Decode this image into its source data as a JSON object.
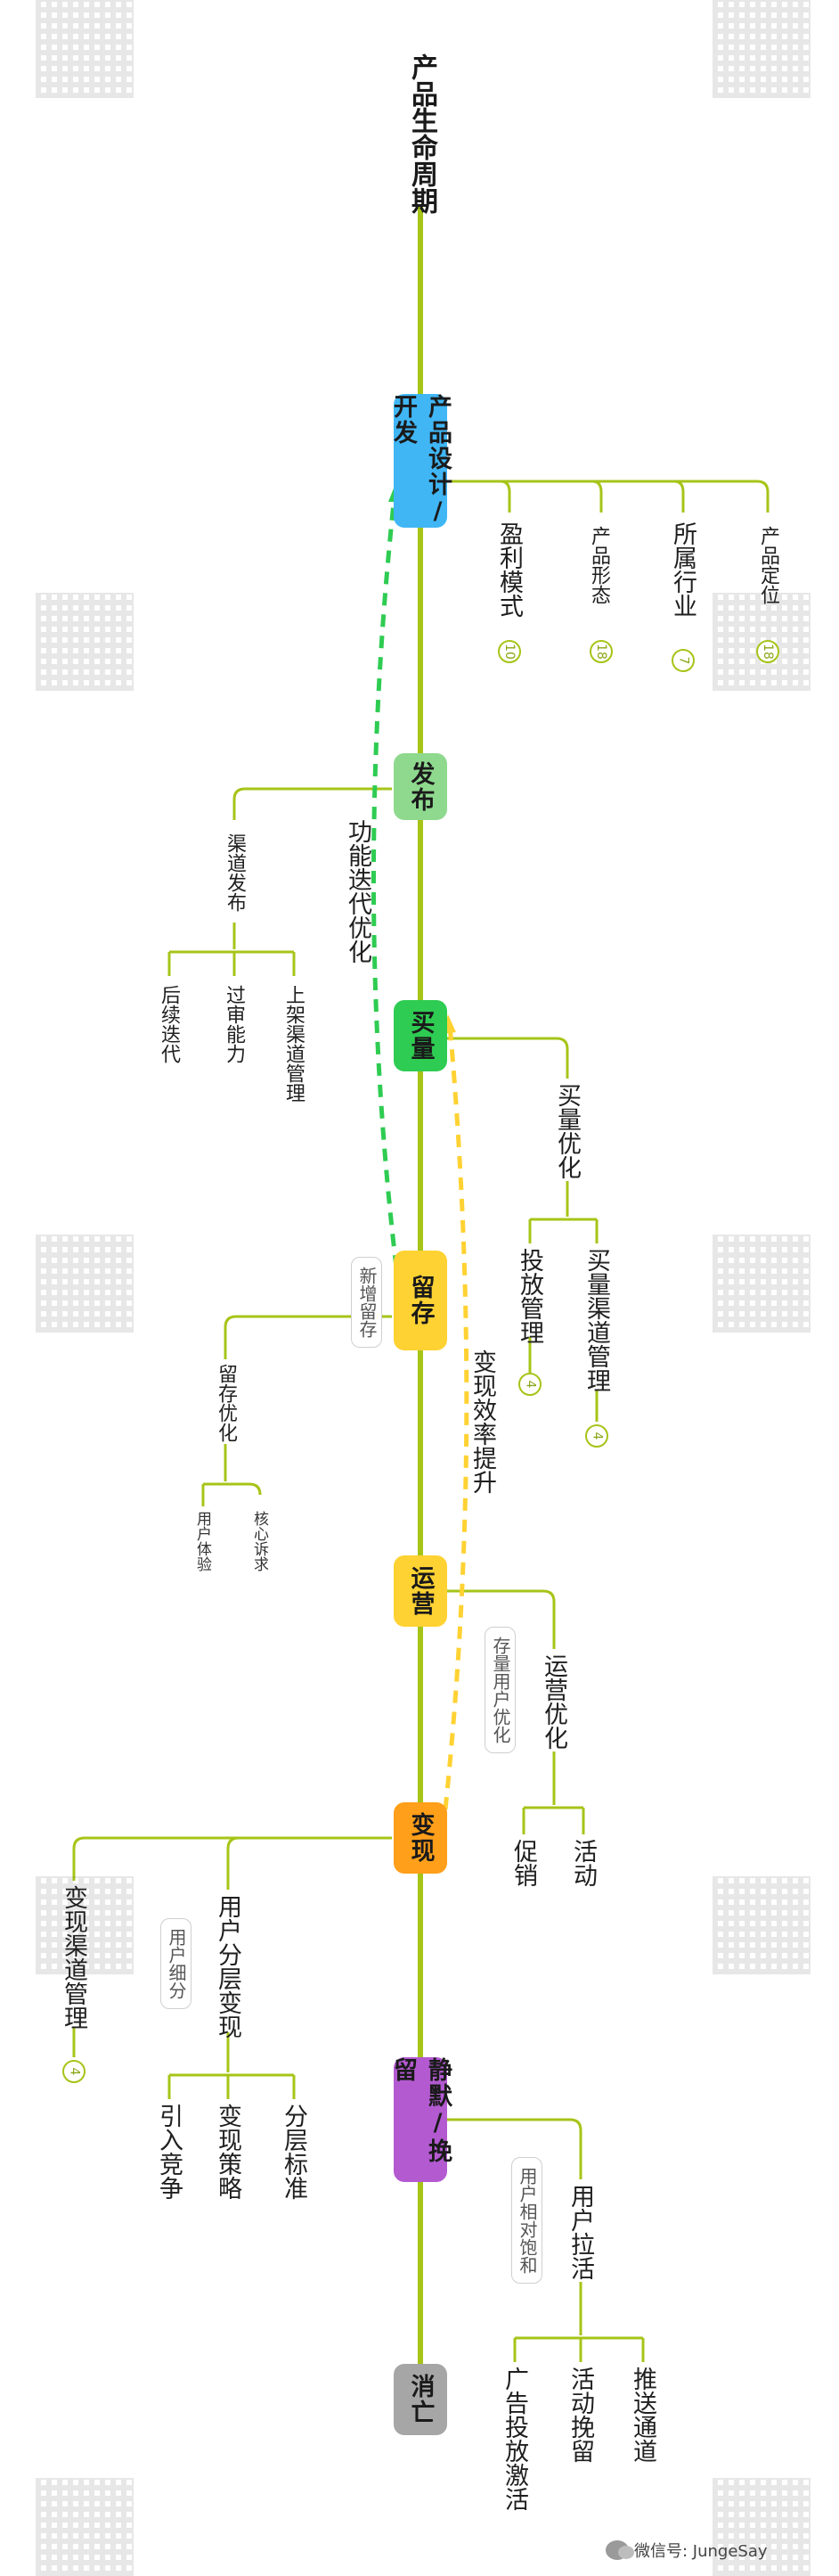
{
  "root": "产品生命周期",
  "stages": [
    {
      "id": "design",
      "label": "产品设计/开发",
      "color": "#40b6f5"
    },
    {
      "id": "release",
      "label": "发布",
      "color": "#8fd98f"
    },
    {
      "id": "buy",
      "label": "买量",
      "color": "#2ecc52"
    },
    {
      "id": "retain",
      "label": "留存",
      "color": "#ffd233"
    },
    {
      "id": "ops",
      "label": "运营",
      "color": "#ffd233"
    },
    {
      "id": "monetize",
      "label": "变现",
      "color": "#ff9f1a"
    },
    {
      "id": "silent",
      "label": "静默/挽留",
      "color": "#b35ad1"
    },
    {
      "id": "death",
      "label": "消亡",
      "color": "#a6a6a6"
    }
  ],
  "design_branches": [
    {
      "label": "盈利模式",
      "badge": "10"
    },
    {
      "label": "产品形态",
      "badge": "18"
    },
    {
      "label": "所属行业",
      "badge": "7"
    },
    {
      "label": "产品定位",
      "badge": "18"
    }
  ],
  "release_branch": {
    "label": "渠道发布",
    "children": [
      "后续迭代",
      "过审能力",
      "上架渠道管理"
    ]
  },
  "buy_branch": {
    "label": "买量优化",
    "children": [
      {
        "label": "投放管理",
        "badge": "4"
      },
      {
        "label": "买量渠道管理",
        "badge": "4"
      }
    ]
  },
  "retain_tag": "新增留存",
  "retain_branch": {
    "label": "留存优化",
    "children": [
      "用户体验",
      "核心诉求"
    ]
  },
  "ops_tag": "存量用户优化",
  "ops_branch": {
    "label": "运营优化",
    "children": [
      "促销",
      "活动"
    ]
  },
  "monetize_branches": [
    {
      "label": "变现渠道管理",
      "badge": "4"
    },
    {
      "label": "用户分层变现",
      "tag": "用户细分",
      "children": [
        "引入竞争",
        "变现策略",
        "分层标准"
      ]
    }
  ],
  "silent_branch": {
    "label": "用户拉活",
    "tag": "用户相对饱和",
    "children": [
      "广告投放激活",
      "活动挽留",
      "推送通道"
    ]
  },
  "relations": [
    {
      "label": "功能迭代优化",
      "color": "#2ecc52"
    },
    {
      "label": "变现效率提升",
      "color": "#ffd233"
    }
  ],
  "footer": "微信号: JungeSay",
  "colors": {
    "branch": "#a6c418",
    "spine": "#a6c418"
  }
}
